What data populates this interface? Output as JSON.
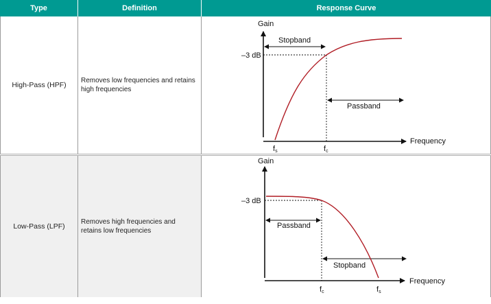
{
  "header": {
    "type": "Type",
    "definition": "Definition",
    "response": "Response Curve"
  },
  "rows": [
    {
      "type": "High-Pass (HPF)",
      "definition": "Removes low frequencies and retains high frequencies",
      "curve": {
        "gain_label": "Gain",
        "freq_label": "Frequency",
        "db_label": "–3 dB",
        "band_top": "Stopband",
        "band_bottom": "Passband",
        "fs_main": "f",
        "fs_sub": "s",
        "fc_main": "f",
        "fc_sub": "c"
      }
    },
    {
      "type": "Low-Pass (LPF)",
      "definition": "Removes high frequencies and retains low frequencies",
      "curve": {
        "gain_label": "Gain",
        "freq_label": "Frequency",
        "db_label": "–3 dB",
        "band_top": "Passband",
        "band_bottom": "Stopband",
        "fc_main": "f",
        "fc_sub": "c",
        "fs_main": "f",
        "fs_sub": "s"
      }
    }
  ],
  "colors": {
    "header_bg": "#009a92",
    "curve": "#b01c24",
    "row2_bg": "#f0f0f0"
  }
}
